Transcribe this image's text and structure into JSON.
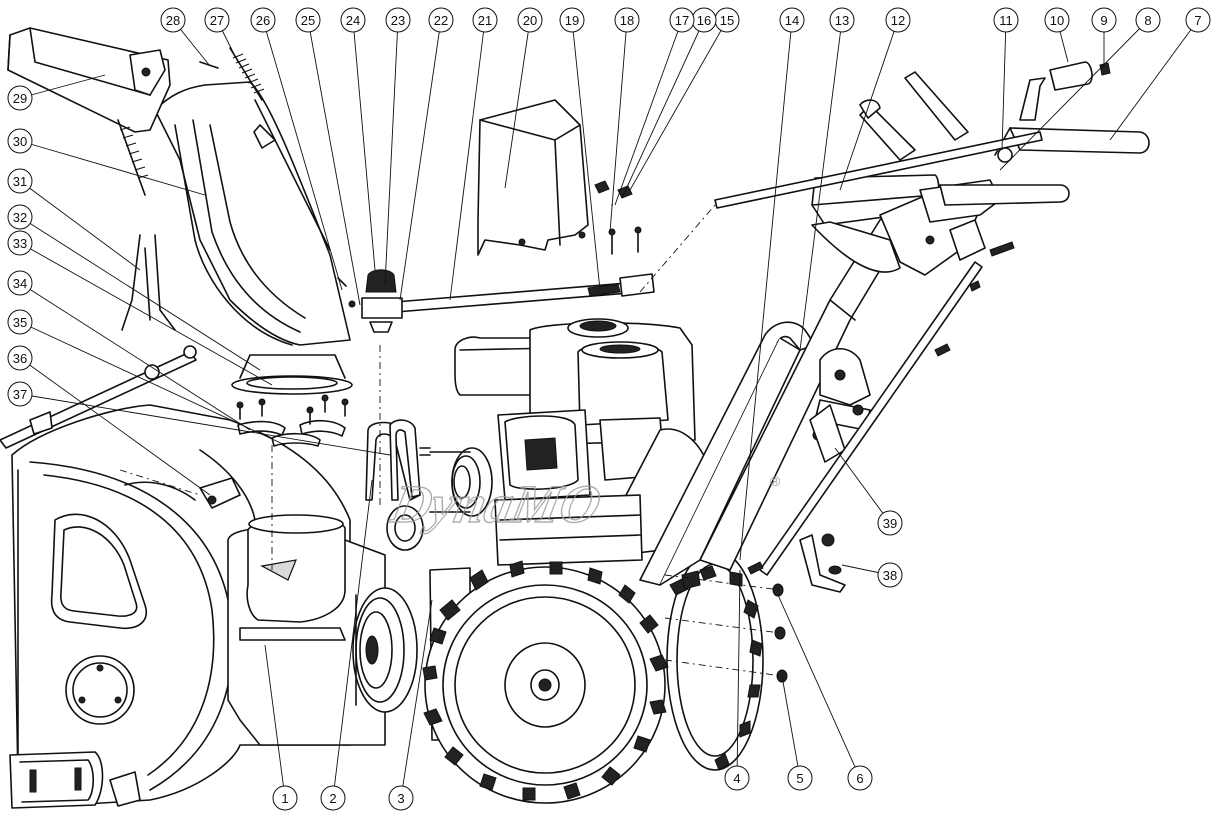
{
  "diagram": {
    "watermark": "DynaMO",
    "watermark_mark": "®",
    "part_numbers": [
      "1",
      "2",
      "3",
      "4",
      "5",
      "6",
      "7",
      "8",
      "9",
      "10",
      "11",
      "12",
      "13",
      "14",
      "15",
      "16",
      "17",
      "18",
      "19",
      "20",
      "21",
      "22",
      "23",
      "24",
      "25",
      "26",
      "27",
      "28",
      "29",
      "30",
      "31",
      "32",
      "33",
      "34",
      "35",
      "36",
      "37",
      "38",
      "39"
    ]
  }
}
